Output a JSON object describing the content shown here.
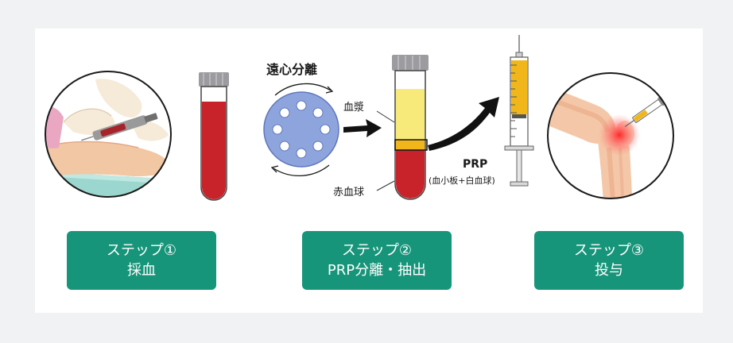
{
  "labels": {
    "centrifuge": "遠心分離",
    "plasma": "血漿",
    "red_cells": "赤血球",
    "prp": "PRP",
    "prp_note": "(血小板+白血球)"
  },
  "steps": [
    {
      "line1": "ステップ①",
      "line2": "採血"
    },
    {
      "line1": "ステップ②",
      "line2": "PRP分離・抽出"
    },
    {
      "line1": "ステップ③",
      "line2": "投与"
    }
  ],
  "colors": {
    "step_bg": "#17957a",
    "blood": "#c8232a",
    "plasma": "#f8ea7a",
    "prp_band": "#f1b71a",
    "rotor": "#8ea4dc"
  }
}
